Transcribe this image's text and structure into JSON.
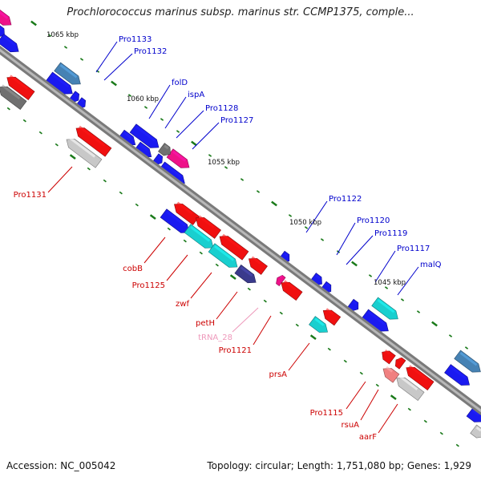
{
  "title": "Prochlorococcus marinus subsp. marinus str. CCMP1375, comple...",
  "footer": {
    "accession": "Accession: NC_005042",
    "topology": "Topology: circular; Length: 1,751,080 bp; Genes: 1,929"
  },
  "colors": {
    "backbone": "#7a7a7a",
    "forward_label": "#0000cc",
    "reverse_label": "#cc0000",
    "trna_label": "#ee99bb",
    "gene_blue": "#1a1af0",
    "gene_red": "#f01010",
    "gene_cyan": "#19cfcf",
    "gene_steel": "#4682b4",
    "gene_gray": "#707070",
    "gene_light_gray": "#c8c8c8",
    "gene_pink": "#ee1188",
    "gene_navy": "#3a3a8c",
    "gene_salmon": "#f08080",
    "tick": "#1a7a1a"
  },
  "kbp_labels": [
    "1065 kbp",
    "1060 kbp",
    "1055 kbp",
    "1050 kbp",
    "1045 kbp"
  ],
  "forward_labels": [
    "Pro1133",
    "Pro1132",
    "folD",
    "ispA",
    "Pro1128",
    "Pro1127",
    "Pro1122",
    "Pro1120",
    "Pro1119",
    "Pro1117",
    "malQ"
  ],
  "reverse_labels": [
    "Pro1131",
    "cobB",
    "Pro1125",
    "zwf",
    "petH",
    "tRNA_28",
    "Pro1121",
    "prsA",
    "Pro1115",
    "rsuA",
    "aarF"
  ]
}
